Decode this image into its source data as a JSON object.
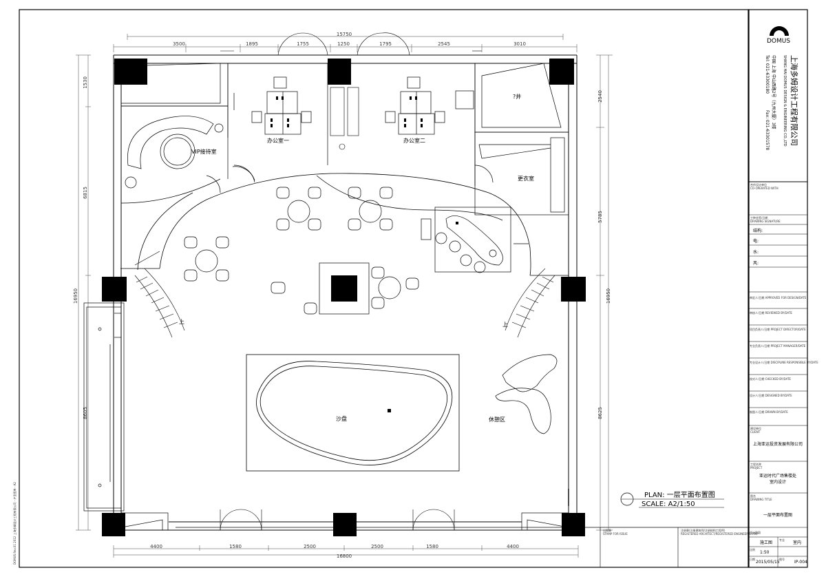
{
  "plan_title": "PLAN: 一层平面布置图",
  "scale_line": "SCALE:   A2/1:50",
  "dims_top": {
    "total": "15750",
    "segments": [
      "3500",
      "1895",
      "1755",
      "1250",
      "1795",
      "2545",
      "3010"
    ]
  },
  "dims_bottom": {
    "total": "16800",
    "segments": [
      "4400",
      "1580",
      "2500",
      "2500",
      "1580",
      "4400"
    ]
  },
  "dims_left": {
    "total": "16950",
    "segments": [
      "1530",
      "6815",
      "8605"
    ]
  },
  "dims_right": {
    "total": "16950",
    "segments": [
      "2540",
      "5785",
      "8625"
    ]
  },
  "rooms": {
    "vip": "VIP接待室",
    "office1": "办公室一",
    "office2": "办公室二",
    "changing": "更衣室",
    "sandtable": "沙盘",
    "lounge": "休憩区",
    "stair_left": "上",
    "stair_right": "上",
    "unknown": "?井"
  },
  "company": {
    "logo": "DOMUS",
    "name_cn": "上海多姆设计工程有限公司",
    "name_en": "SHANG HAI DOMUS DESIGN & ENGINEERING CO.,LTD",
    "address": "中国 上海 中山西路2号（九州大厦）3楼",
    "tel": "Tel: 021-63300180",
    "fax": "Fax: 021-63301578"
  },
  "title_block": {
    "coop_label": "合作设计单位",
    "coop_en": "CO-OPERATED WITH",
    "trades_label": "工种会签/日期",
    "trades_en": "DRAWING SIGNATURE",
    "trades": [
      "结构:",
      "电:",
      "水:",
      "风:"
    ],
    "sign_rows": [
      "审定人/日期  APPROVED FOR DESIGN/DATE",
      "审核人/日期  REVIEWED BY/DATE",
      "项目负责人/日期  PROJECT DIRECTOR/DATE",
      "专业负责人/日期  PROJECT MANAGER/DATE",
      "专业设计人/日期  DISCIPLINE RESPONSIBLE BY/DATE",
      "校对人/日期  CHECKED BY/DATE",
      "设计人/日期  DESIGNED BY/DATE",
      "制图人/日期  DRAWN BY/DATE"
    ],
    "client_label": "建设单位",
    "client_en": "CLIENT",
    "client_name": "上海亚运投资发展有限公司",
    "project_label": "工程名称",
    "project_en": "PROJECT",
    "project_name_1": "亚运时代广场售楼处",
    "project_name_2": "室内设计",
    "drawing_label": "图名",
    "drawing_en": "DRAWING TITLE",
    "drawing_name": "一层平面布置图",
    "stage_label": "设计阶段",
    "stage_value": "施工图",
    "discipline_label": "专业",
    "discipline_value": "室内",
    "scale_label": "比例",
    "scale_value": "1:50",
    "date_label": "日期",
    "date_value": "2015/05/15",
    "number_label": "图号",
    "number_value": "IP-004"
  },
  "stamp_label": "出图章",
  "stamp_en": "STAMP FOR ISSUE",
  "reg_label": "注册章(注册建筑师/注册结构工程师)",
  "reg_en": "REGISTERED ARCHITECT/REGISTERED ENGINEER STAMP",
  "side_note": "DOMUS Rev.01 2012 上海多姆设计工程有限公司 - 户型图库 - A2"
}
